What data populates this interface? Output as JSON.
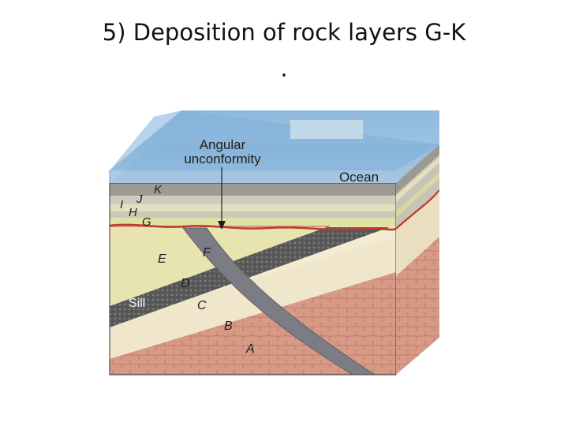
{
  "slide": {
    "title": "5) Deposition of rock layers G-K",
    "dot": "."
  },
  "diagram": {
    "annotation_line1": "Angular",
    "annotation_line2": "unconformity",
    "ocean": "Ocean",
    "sill": "Sill",
    "layers": {
      "A": "A",
      "B": "B",
      "C": "C",
      "D": "D",
      "E": "E",
      "F": "F",
      "G": "G",
      "H": "H",
      "I": "I",
      "J": "J",
      "K": "K"
    }
  }
}
